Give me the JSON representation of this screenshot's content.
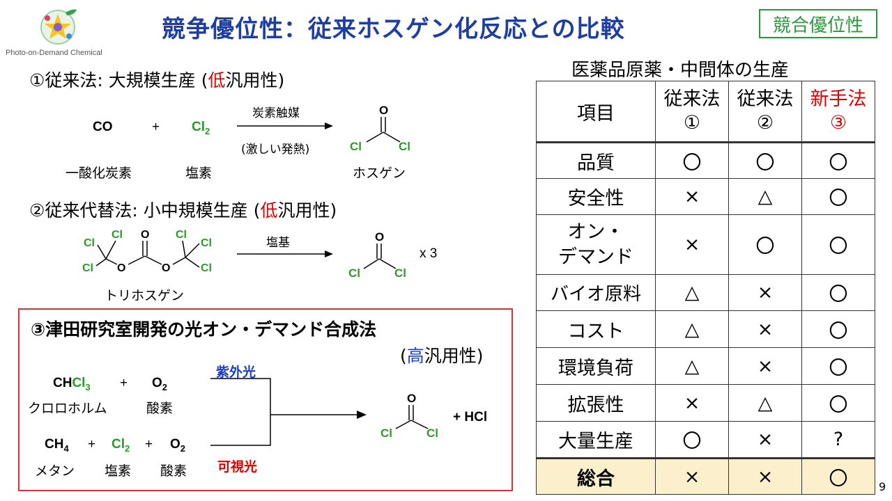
{
  "header": {
    "title": "競争優位性：従来ホスゲン化反応との比較",
    "badge": "競合優位性",
    "logo_text": "Photo-on-Demand Chemical"
  },
  "method1": {
    "title_a": "①従来法: 大規模生産 (",
    "title_low": "低",
    "title_b": "汎用性)",
    "reactant1": "CO",
    "plus": "+",
    "reactant2": "Cl2",
    "arrow_top": "炭素触媒",
    "arrow_bottom": "(激しい発熱)",
    "label1": "一酸化炭素",
    "label2": "塩素",
    "product_label": "ホスゲン"
  },
  "method2": {
    "title_a": "②従来代替法: 小中規模生産 (",
    "title_low": "低",
    "title_b": "汎用性)",
    "arrow_top": "塩基",
    "multiplier": "x 3",
    "reactant_label": "トリホスゲン"
  },
  "method3": {
    "title": "③津田研究室開発の光オン・デマンド合成法",
    "sub_a": "(",
    "sub_high": "高",
    "sub_b": "汎用性)",
    "r1_formula": "CHCl3",
    "r1_plus": "+",
    "r1_o2": "O2",
    "r1_label1": "クロロホルム",
    "r1_label2": "酸素",
    "r2_ch4": "CH4",
    "r2_plus1": "+",
    "r2_cl2": "Cl2",
    "r2_plus2": "+",
    "r2_o2": "O2",
    "r2_label1": "メタン",
    "r2_label2": "塩素",
    "r2_label3": "酸素",
    "uv": "紫外光",
    "vis": "可視光",
    "byproduct": "+ HCl"
  },
  "phosgene": {
    "o": "O",
    "cl": "Cl"
  },
  "table": {
    "caption": "医薬品原薬・中間体の生産",
    "headers": [
      "項目",
      "従来法①",
      "従来法②",
      "新手法③"
    ],
    "header_lines": [
      [
        "項目"
      ],
      [
        "従来法",
        "①"
      ],
      [
        "従来法",
        "②"
      ],
      [
        "新手法",
        "③"
      ]
    ],
    "rows": [
      {
        "item": "品質",
        "m1": "〇",
        "m2": "〇",
        "m3": "〇"
      },
      {
        "item": "安全性",
        "m1": "×",
        "m2": "△",
        "m3": "〇"
      },
      {
        "item_lines": [
          "オン・",
          "デマンド"
        ],
        "m1": "×",
        "m2": "〇",
        "m3": "〇"
      },
      {
        "item": "バイオ原料",
        "m1": "△",
        "m2": "×",
        "m3": "〇"
      },
      {
        "item": "コスト",
        "m1": "△",
        "m2": "×",
        "m3": "〇"
      },
      {
        "item": "環境負荷",
        "m1": "△",
        "m2": "×",
        "m3": "〇"
      },
      {
        "item": "拡張性",
        "m1": "×",
        "m2": "△",
        "m3": "〇"
      },
      {
        "item": "大量生産",
        "m1": "〇",
        "m2": "×",
        "m3": "?"
      }
    ],
    "total": {
      "item": "総合",
      "m1": "×",
      "m2": "×",
      "m3": "〇"
    }
  },
  "page_number": "9",
  "colors": {
    "title": "#1f3fa0",
    "badge": "#2a9a3a",
    "red": "#e00000",
    "blue": "#1f3fc8",
    "green": "#2a9a2a",
    "total_bg": "#fcefcc"
  }
}
